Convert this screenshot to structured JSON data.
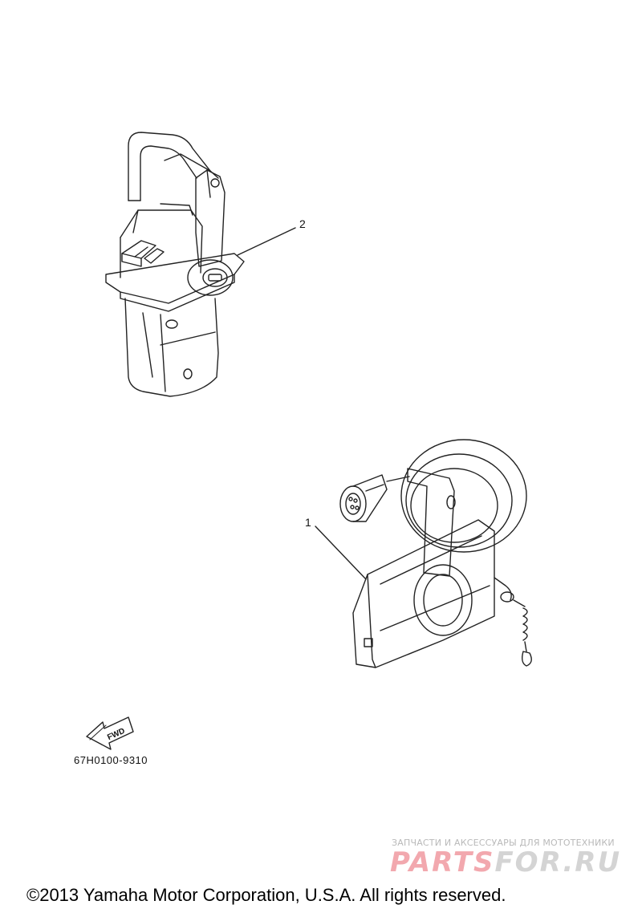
{
  "diagram": {
    "callouts": [
      {
        "id": "1",
        "label": "1"
      },
      {
        "id": "2",
        "label": "2"
      }
    ],
    "direction_marker": "FWD",
    "part_code": "67H0100-9310"
  },
  "watermark": {
    "tagline": "ЗАПЧАСТИ И АКСЕССУАРЫ ДЛЯ МОТОТЕХНИКИ",
    "logo_red": "PARTS",
    "logo_grey": "FOR.RU"
  },
  "footer": {
    "copyright": "©2013 Yamaha Motor Corporation, U.S.A. All rights reserved."
  }
}
